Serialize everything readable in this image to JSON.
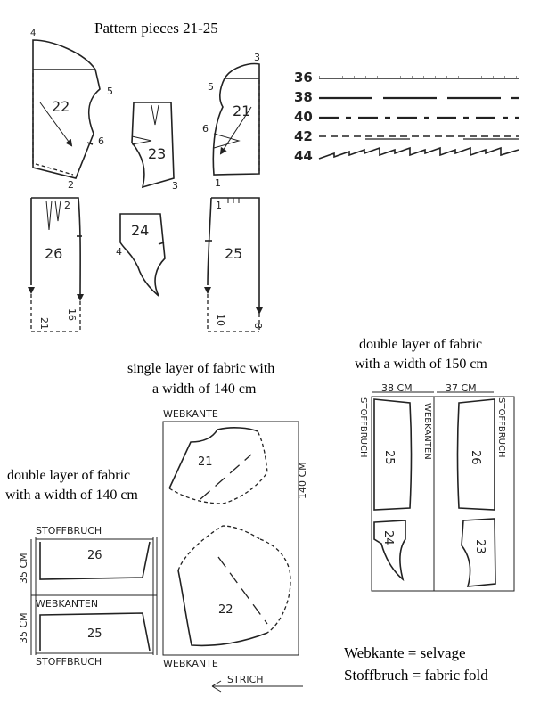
{
  "title": "Pattern pieces 21-25",
  "sizes": [
    "36",
    "38",
    "40",
    "42",
    "44"
  ],
  "pieces": {
    "p22": "22",
    "p23": "23",
    "p21": "21",
    "p26": "26",
    "p24": "24",
    "p25": "25",
    "markers": {
      "m4": "4",
      "m5a": "5",
      "m6a": "6",
      "m2a": "2",
      "m3a": "3",
      "m3b": "3",
      "m5b": "5",
      "m6b": "6",
      "m1a": "1",
      "m2b": "2",
      "m4b": "4",
      "m1b": "1",
      "m21": "21",
      "m16": "16",
      "m10": "10",
      "m8": "8"
    }
  },
  "layout_single": {
    "caption_line1": "single layer of fabric with",
    "caption_line2": "a width of 140 cm",
    "top_label": "WEBKANTE",
    "bottom_label": "WEBKANTE",
    "side_label": "140 CM",
    "direction_label": "STRICH",
    "piece_a": "21",
    "piece_b": "22"
  },
  "layout_double_left": {
    "caption_line1": "double layer of fabric",
    "caption_line2": "with a width of 140 cm",
    "top_label": "STOFFBRUCH",
    "middle_label": "WEBKANTEN",
    "bottom_label": "STOFFBRUCH",
    "dim_top": "35 CM",
    "dim_bottom": "35 CM",
    "piece_a": "26",
    "piece_b": "25"
  },
  "layout_double_right": {
    "caption_line1": "double layer of fabric",
    "caption_line2": "with a width of 150 cm",
    "dim_left": "38 CM",
    "dim_right": "37 CM",
    "left_label": "STOFFBRUCH",
    "middle_label": "WEBKANTEN",
    "right_label": "STOFFBRUCH",
    "piece_a": "25",
    "piece_b": "26",
    "piece_c": "24",
    "piece_d": "23"
  },
  "legend": {
    "line1": "Webkante = selvage",
    "line2": "Stoffbruch = fabric fold"
  }
}
